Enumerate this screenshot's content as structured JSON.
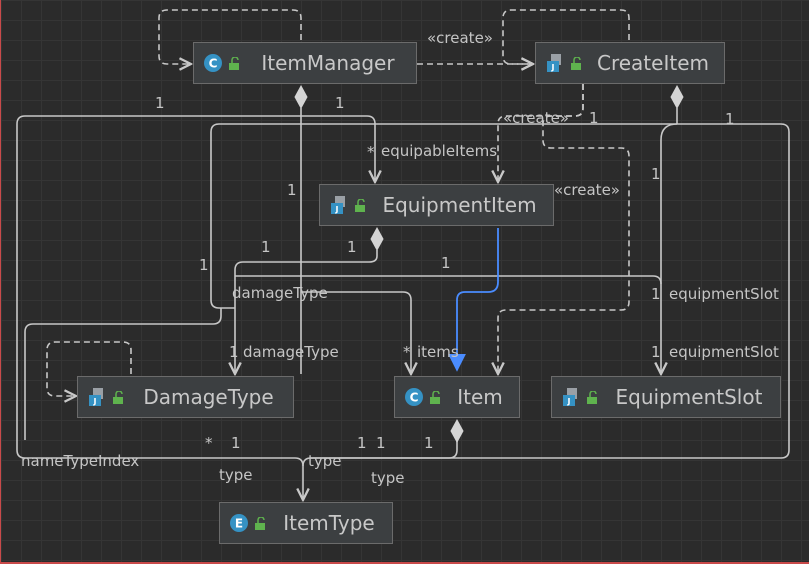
{
  "nodes": {
    "item_manager": {
      "label": "ItemManager",
      "kind": "class",
      "icon": "class-icon"
    },
    "create_item": {
      "label": "CreateItem",
      "kind": "java",
      "icon": "java-file-icon"
    },
    "equipment_item": {
      "label": "EquipmentItem",
      "kind": "java",
      "icon": "java-file-icon"
    },
    "damage_type": {
      "label": "DamageType",
      "kind": "java",
      "icon": "java-file-icon"
    },
    "item": {
      "label": "Item",
      "kind": "class",
      "icon": "class-icon"
    },
    "equipment_slot": {
      "label": "EquipmentSlot",
      "kind": "java",
      "icon": "java-file-icon"
    },
    "item_type": {
      "label": "ItemType",
      "kind": "enum",
      "icon": "enum-icon"
    }
  },
  "edge_labels": {
    "create_top": "«create»",
    "create_mid": "«create»",
    "create_right": "«create»",
    "equipable_items": "equipableItems",
    "equipable_star": "*",
    "damage_type_a": "damageType",
    "damage_type_b": "damageType",
    "items": "items",
    "items_star": "*",
    "equipment_slot_a": "equipmentSlot",
    "equipment_slot_b": "equipmentSlot",
    "name_type_index": "nameTypeIndex",
    "type_a": "type",
    "type_b": "type",
    "type_c": "type",
    "star_bottom": "*",
    "m1": "1",
    "m2": "1",
    "m3": "1",
    "m4": "1",
    "m5": "1",
    "m6": "1",
    "m7": "1",
    "m8": "1",
    "m9": "1",
    "m10": "1",
    "m11": "1",
    "m12": "1",
    "m13": "1",
    "m14": "1",
    "m15": "1",
    "m16": "1",
    "m17": "1"
  },
  "colors": {
    "background": "#2b2b2b",
    "node_fill": "#3c3f41",
    "edge": "#c8c8c8",
    "inheritance": "#4a8cff",
    "class_icon": "#3592c4",
    "enum_icon": "#3592c4",
    "lock_icon": "#5fb34e"
  }
}
